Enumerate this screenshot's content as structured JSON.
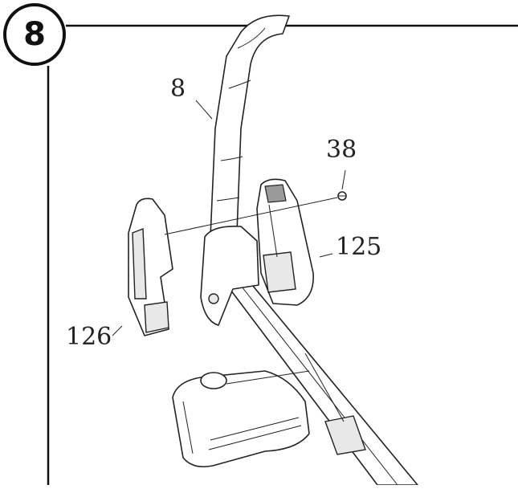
{
  "step": {
    "number": "8"
  },
  "callouts": {
    "handlebar": "8",
    "screw": "38",
    "cover_right": "125",
    "cover_left": "126"
  }
}
